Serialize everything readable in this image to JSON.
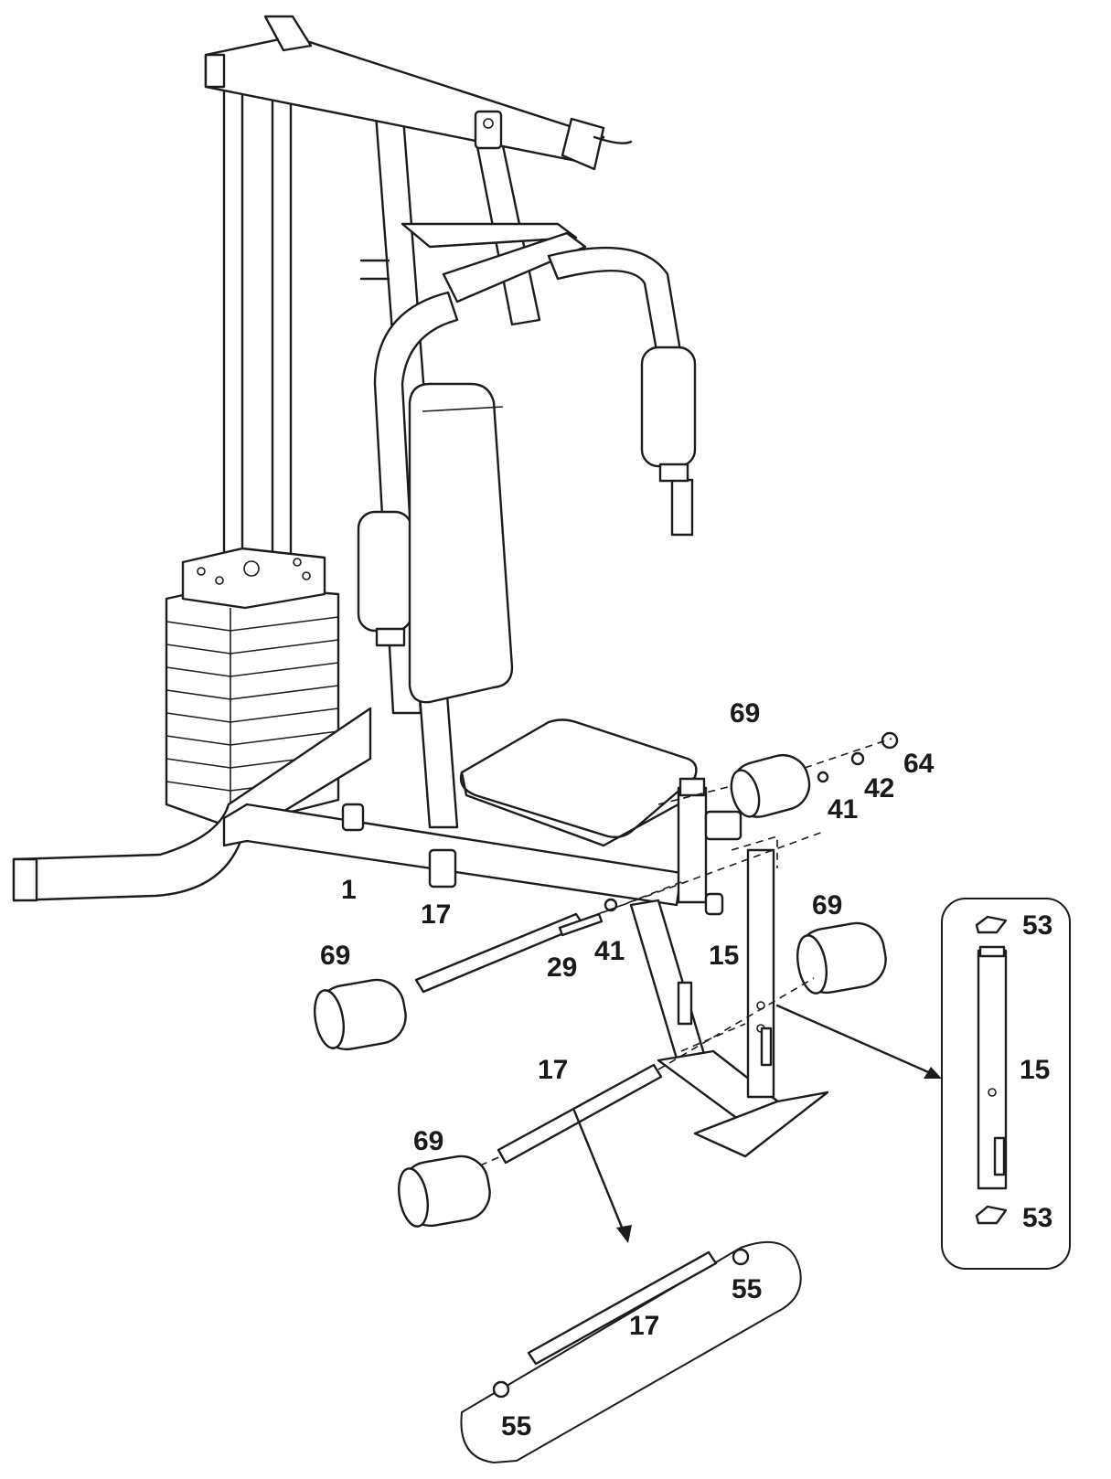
{
  "labels": {
    "part_1": "1",
    "part_17_main": "17",
    "part_17_bar": "17",
    "part_17_detail": "17",
    "part_69_top": "69",
    "part_69_left": "69",
    "part_69_right": "69",
    "part_69_bottom": "69",
    "part_41_upper": "41",
    "part_41_lower": "41",
    "part_42": "42",
    "part_64": "64",
    "part_29": "29",
    "part_15_main": "15",
    "part_15_detail": "15",
    "part_53_top": "53",
    "part_53_bottom": "53",
    "part_55_right": "55",
    "part_55_left": "55"
  }
}
